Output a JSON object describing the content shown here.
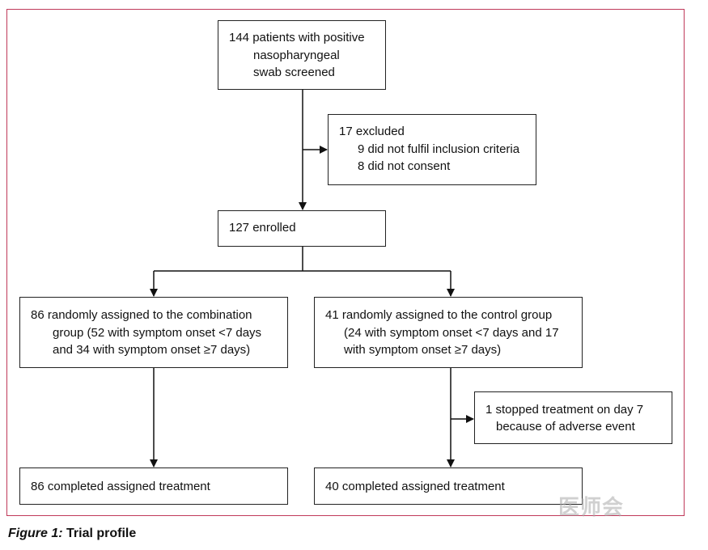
{
  "boxes": {
    "screened": [
      "144 patients with positive",
      "nasopharyngeal",
      "swab screened"
    ],
    "excluded": [
      "17 excluded",
      "9 did not fulfil inclusion criteria",
      "8 did not consent"
    ],
    "enrolled": [
      "127 enrolled"
    ],
    "combination": [
      "86 randomly assigned to the combination",
      "group (52 with symptom onset <7 days",
      "and 34 with symptom onset ≥7 days)"
    ],
    "control": [
      "41 randomly assigned to the control group",
      "(24 with symptom onset <7 days and 17",
      "with symptom onset ≥7 days)"
    ],
    "stopped": [
      "1 stopped treatment on day 7",
      "because of adverse event"
    ],
    "completed_combination": [
      "86 completed assigned treatment"
    ],
    "completed_control": [
      "40 completed assigned treatment"
    ]
  },
  "caption": {
    "label": "Figure 1:",
    "title": " Trial profile"
  },
  "watermark": "医师会",
  "colors": {
    "frame": "#c0395a",
    "line": "#111111"
  }
}
